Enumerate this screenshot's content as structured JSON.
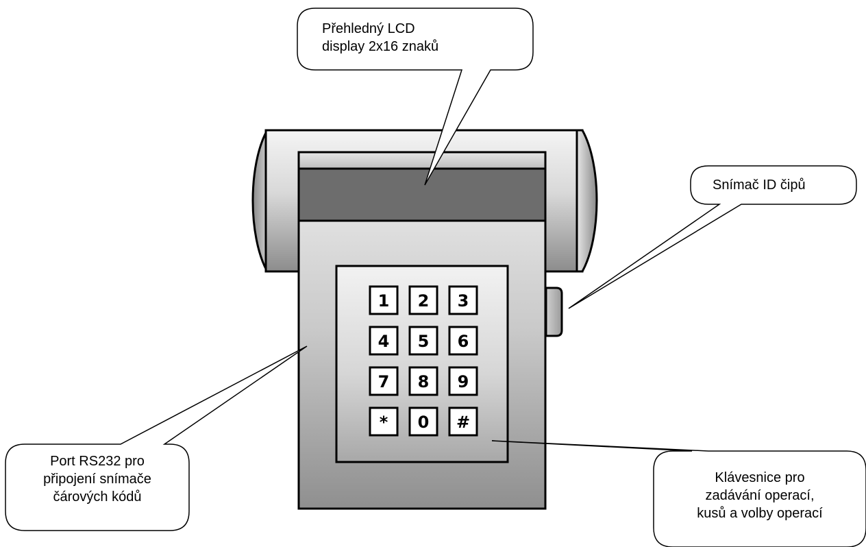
{
  "callouts": {
    "lcd": {
      "lines": [
        "Přehledný LCD",
        "display 2x16 znaků"
      ]
    },
    "chip_reader": {
      "lines": [
        "Snímač ID čipů"
      ]
    },
    "rs232": {
      "lines": [
        "Port RS232 pro",
        "připojení snímače",
        "čárových kódů"
      ]
    },
    "keypad": {
      "lines": [
        "Klávesnice pro",
        "zadávání operací,",
        "kusů a volby operací"
      ]
    }
  },
  "keypad": {
    "keys": [
      "1",
      "2",
      "3",
      "4",
      "5",
      "6",
      "7",
      "8",
      "9",
      "*",
      "0",
      "#"
    ]
  }
}
